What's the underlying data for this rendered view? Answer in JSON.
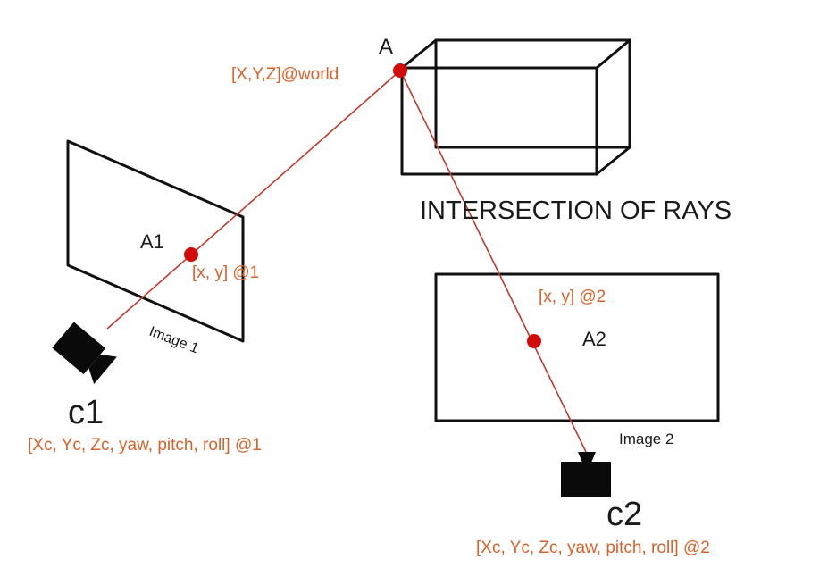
{
  "colors": {
    "ray": "#c0392b",
    "point": "#d10a0a",
    "annotation": "#d9622b",
    "ink": "#111111"
  },
  "world_point": {
    "label": "A",
    "coords": "[X,Y,Z]@world"
  },
  "title": "INTERSECTION OF RAYS",
  "image1": {
    "label": "Image 1",
    "point_label": "A1",
    "point_coords": "[x, y] @1"
  },
  "image2": {
    "label": "Image 2",
    "point_label": "A2",
    "point_coords": "[x, y] @2"
  },
  "camera1": {
    "label": "c1",
    "icon": "camera-icon",
    "pose": "[Xc, Yc, Zc, yaw, pitch, roll] @1"
  },
  "camera2": {
    "label": "c2",
    "icon": "camera-icon",
    "pose": "[Xc, Yc, Zc, yaw, pitch, roll] @2"
  }
}
